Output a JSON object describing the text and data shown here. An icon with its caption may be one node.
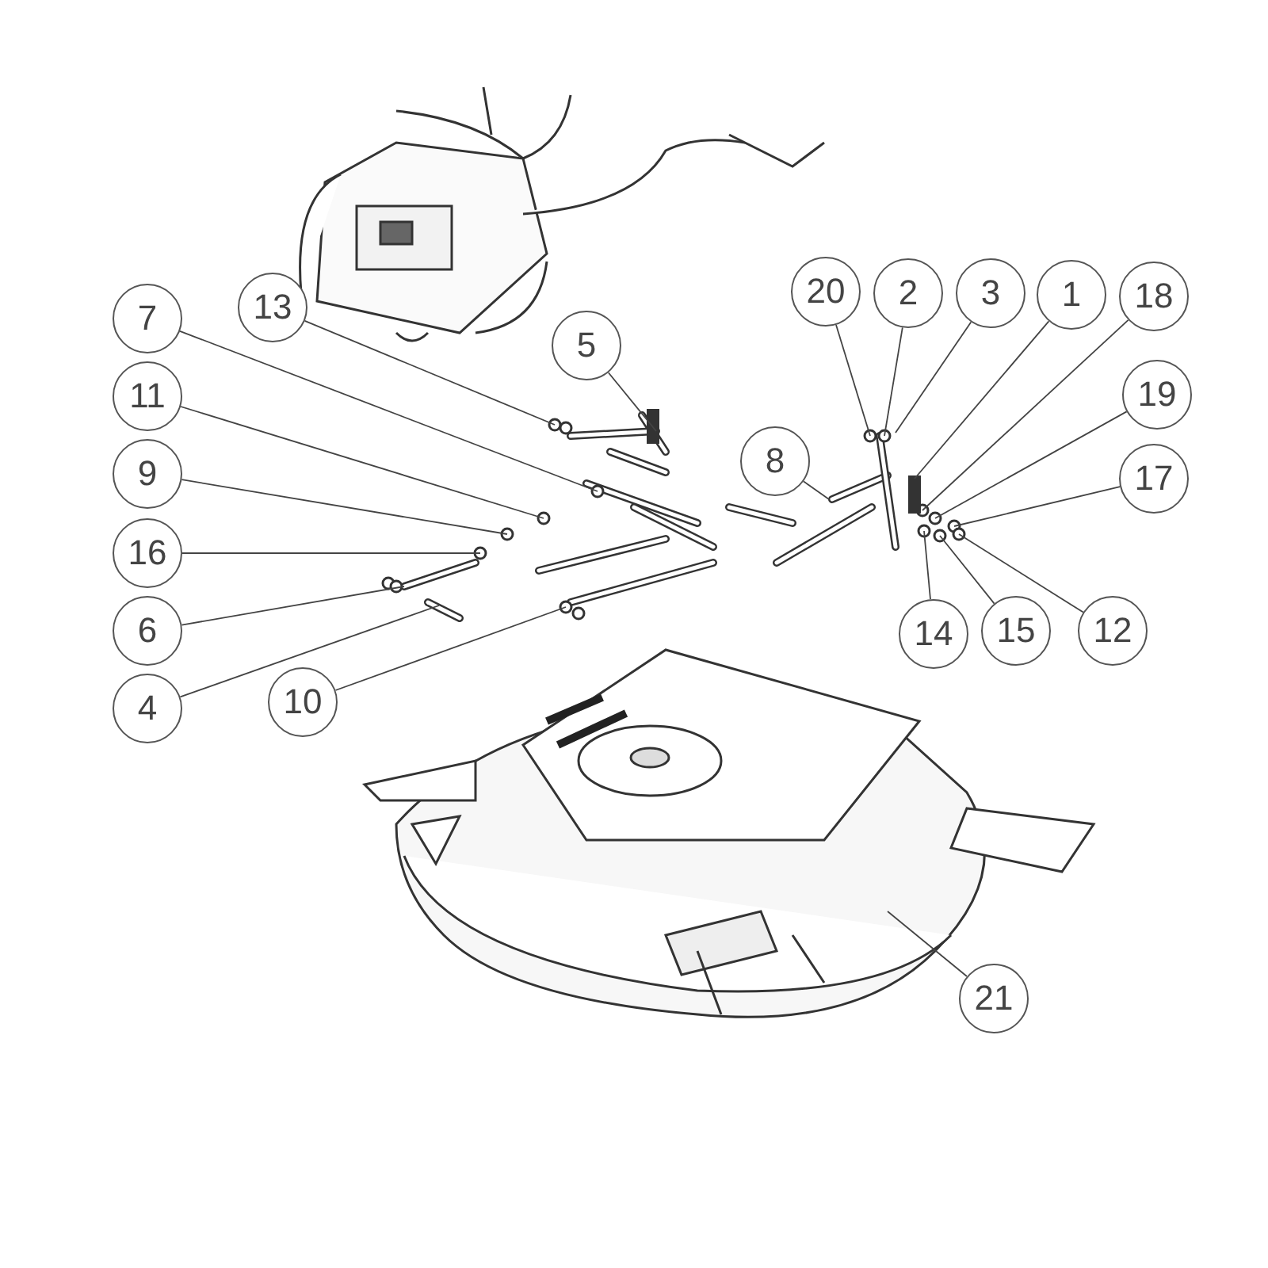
{
  "diagram": {
    "nodes": [
      {
        "text": [
          "20"
        ]
      },
      {
        "text": [
          "2"
        ]
      },
      {
        "text": [
          "3"
        ]
      },
      {
        "text": [
          "1"
        ]
      },
      {
        "text": [
          "18"
        ]
      },
      {
        "text": [
          "7"
        ]
      },
      {
        "text": [
          "13"
        ]
      },
      {
        "text": [
          "5"
        ]
      },
      {
        "text": [
          "11"
        ]
      },
      {
        "text": [
          "19"
        ]
      },
      {
        "text": [
          "8"
        ]
      },
      {
        "text": [
          "9"
        ]
      },
      {
        "text": [
          "17"
        ]
      },
      {
        "text": [
          "16"
        ]
      },
      {
        "text": [
          "6"
        ]
      },
      {
        "text": [
          "14"
        ]
      },
      {
        "text": [
          "15"
        ]
      },
      {
        "text": [
          "12"
        ]
      },
      {
        "text": [
          "10"
        ]
      },
      {
        "text": [
          "4"
        ]
      },
      {
        "text": [
          "21"
        ]
      }
    ],
    "edges": [
      {
        "from": 0,
        "to": null,
        "arrow": "none"
      },
      {
        "from": 1,
        "to": null,
        "arrow": "none"
      },
      {
        "from": 2,
        "to": null,
        "arrow": "none"
      },
      {
        "from": 3,
        "to": null,
        "arrow": "none"
      },
      {
        "from": 4,
        "to": null,
        "arrow": "none"
      },
      {
        "from": 5,
        "to": null,
        "arrow": "none"
      },
      {
        "from": 6,
        "to": null,
        "arrow": "none"
      },
      {
        "from": 7,
        "to": null,
        "arrow": "none"
      },
      {
        "from": 8,
        "to": null,
        "arrow": "none"
      },
      {
        "from": 9,
        "to": null,
        "arrow": "none"
      },
      {
        "from": 10,
        "to": null,
        "arrow": "none"
      },
      {
        "from": 11,
        "to": null,
        "arrow": "none"
      },
      {
        "from": 12,
        "to": null,
        "arrow": "none"
      },
      {
        "from": 13,
        "to": null,
        "arrow": "none"
      },
      {
        "from": 14,
        "to": null,
        "arrow": "none"
      },
      {
        "from": 15,
        "to": null,
        "arrow": "none"
      },
      {
        "from": 16,
        "to": null,
        "arrow": "none"
      },
      {
        "from": 17,
        "to": null,
        "arrow": "none"
      },
      {
        "from": 18,
        "to": null,
        "arrow": "none"
      },
      {
        "from": 19,
        "to": null,
        "arrow": "none"
      },
      {
        "from": 20,
        "to": null,
        "arrow": "none"
      }
    ]
  }
}
